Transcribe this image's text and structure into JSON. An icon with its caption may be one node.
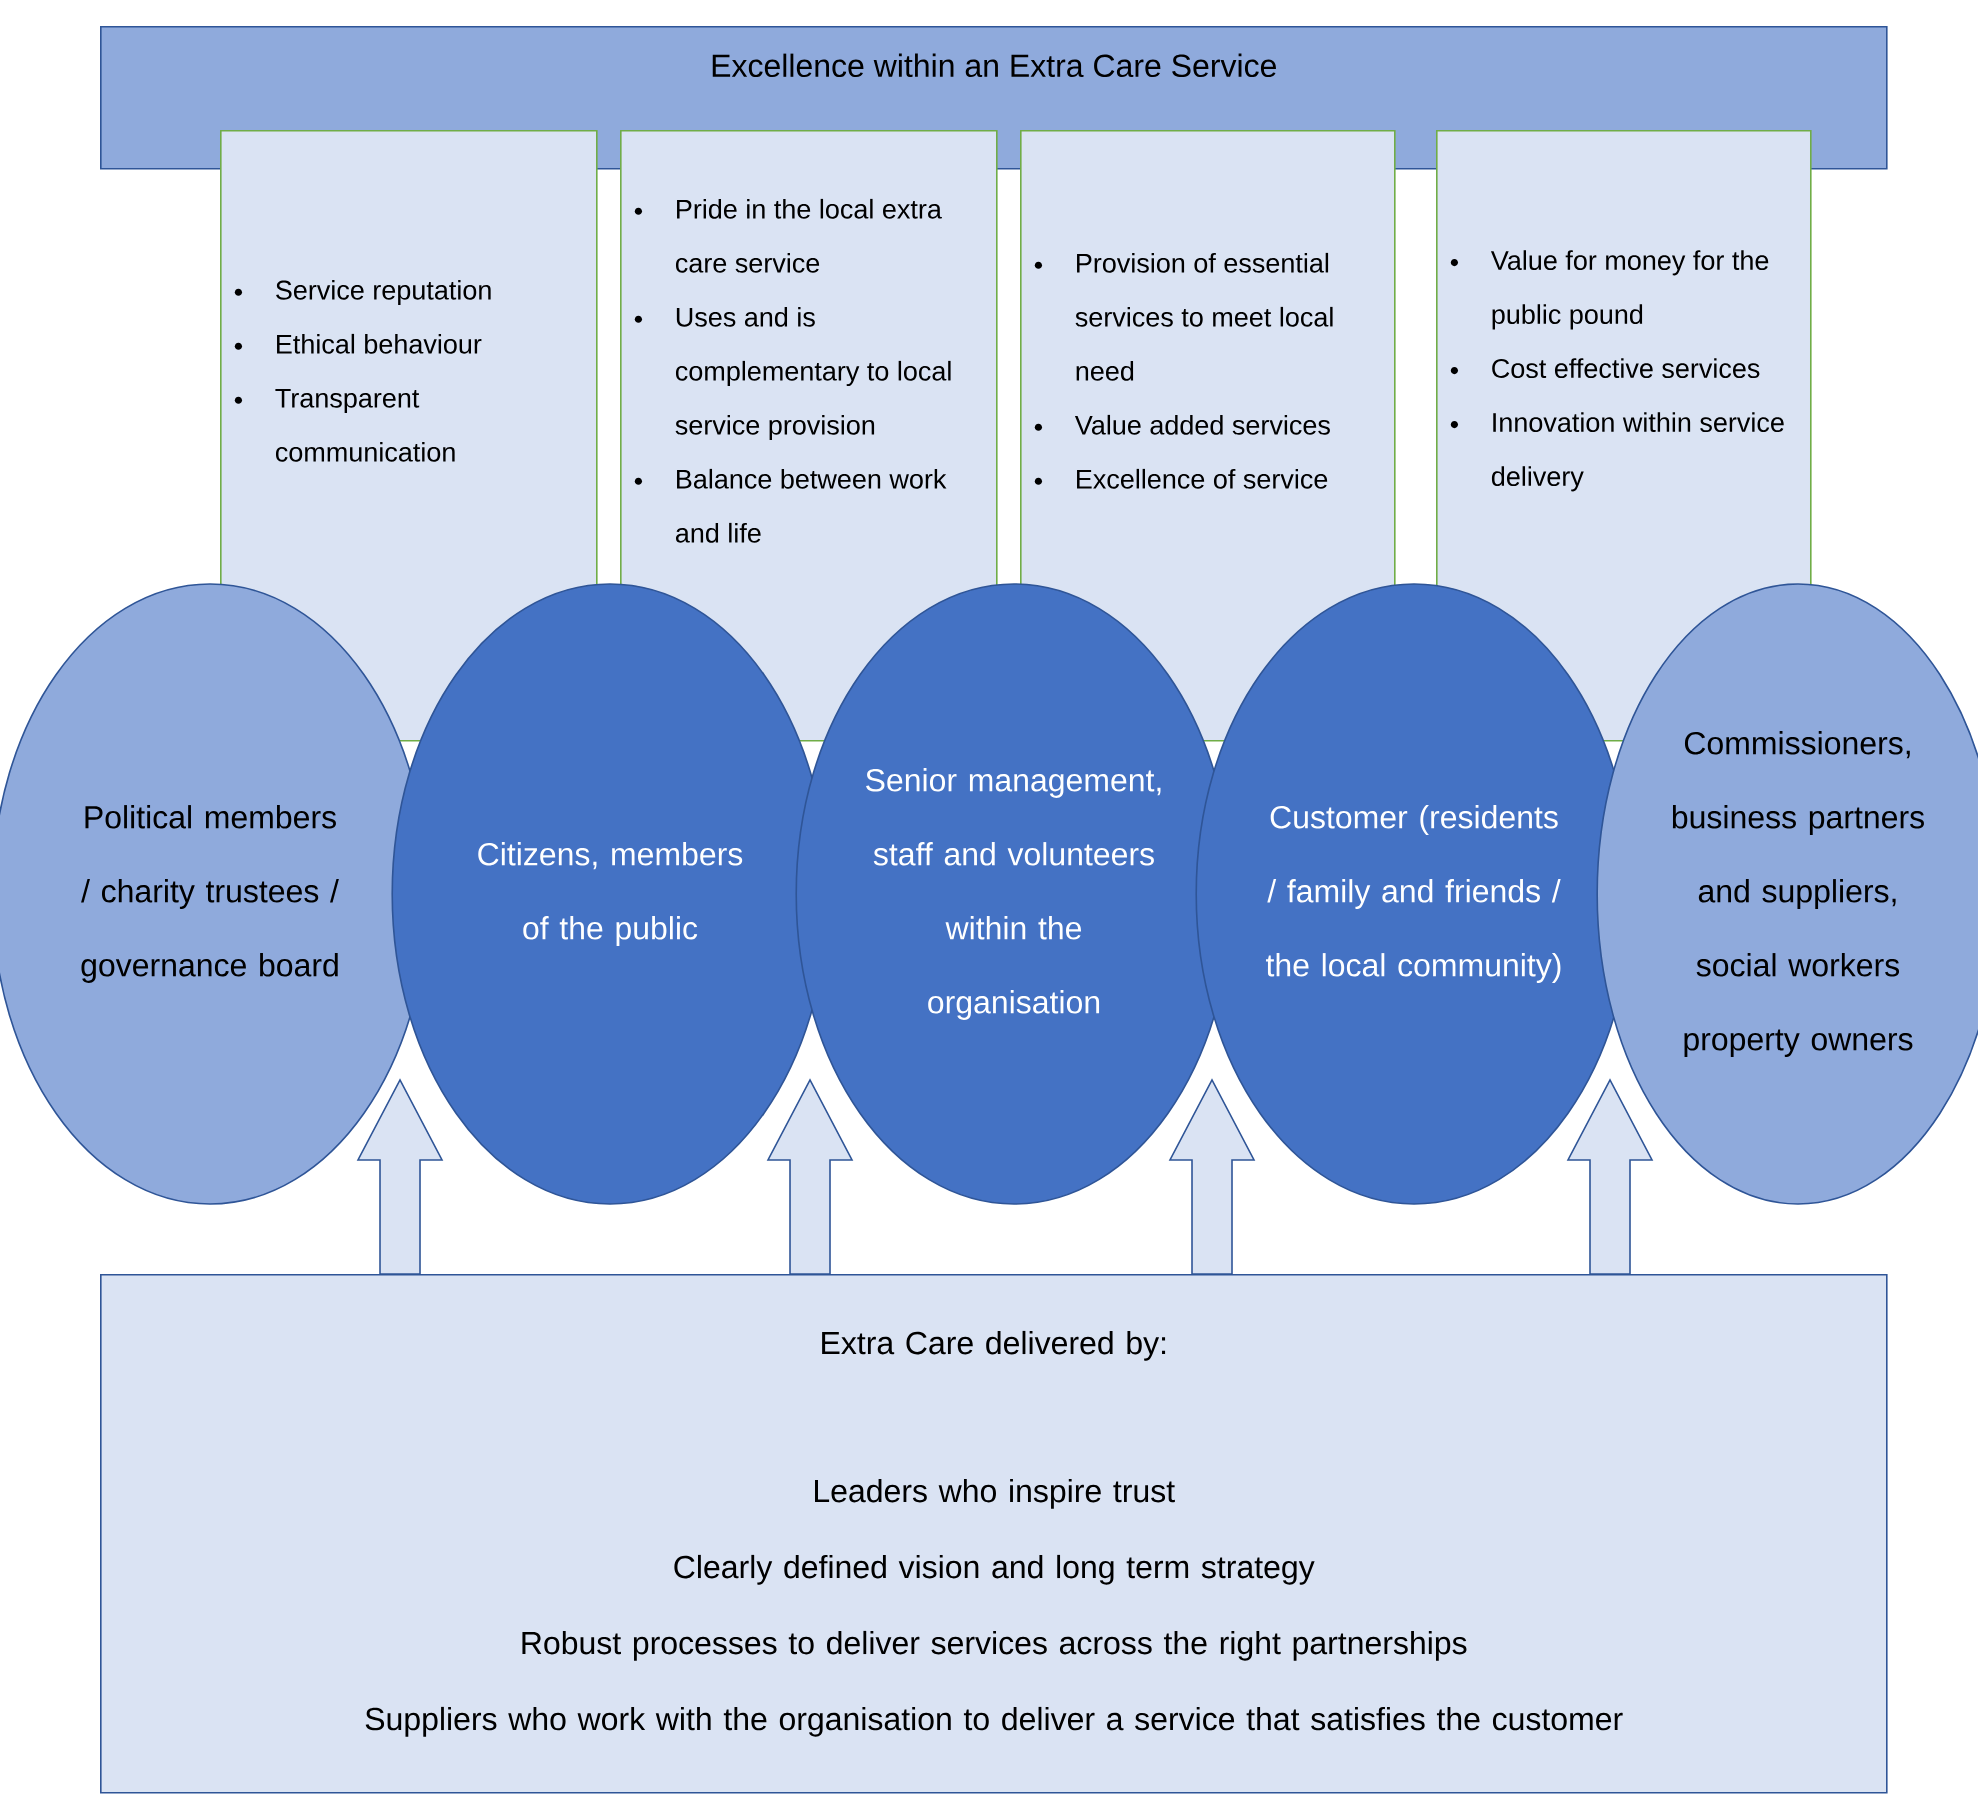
{
  "diagram": {
    "nodes": [
      {
        "text": [
          "Excellence within an Extra Care Service"
        ]
      },
      {
        "text": [
          "Service reputation",
          "Ethical behaviour",
          "Transparent communication"
        ]
      },
      {
        "text": [
          "Pride in the local extra care service",
          "Uses and is complementary to local service provision",
          "Balance between work and life"
        ]
      },
      {
        "text": [
          "Provision of essential services to meet local need",
          "Value added services",
          "Excellence of service"
        ]
      },
      {
        "text": [
          "Value for money for the public pound",
          "Cost effective services",
          "Innovation within service delivery"
        ]
      },
      {
        "text": [
          "Political members / charity trustees / governance board"
        ]
      },
      {
        "text": [
          "Citizens, members of the public"
        ]
      },
      {
        "text": [
          "Senior management, staff and volunteers within the organisation"
        ]
      },
      {
        "text": [
          "Customer (residents / family and friends / the local community)"
        ]
      },
      {
        "text": [
          "Commissioners, business partners and suppliers, social workers property owners"
        ]
      },
      {
        "text": [
          "Extra Care delivered by:",
          "Leaders who inspire trust",
          "Clearly defined vision and long term strategy",
          "Robust processes to deliver services across the right partnerships",
          "Suppliers who work with the organisation to deliver a service that satisfies the customer"
        ]
      }
    ],
    "edges": [
      {
        "from": 10,
        "to": null,
        "arrow": "to"
      },
      {
        "from": 10,
        "to": null,
        "arrow": "to"
      },
      {
        "from": 10,
        "to": null,
        "arrow": "to"
      },
      {
        "from": 10,
        "to": null,
        "arrow": "to"
      }
    ]
  }
}
